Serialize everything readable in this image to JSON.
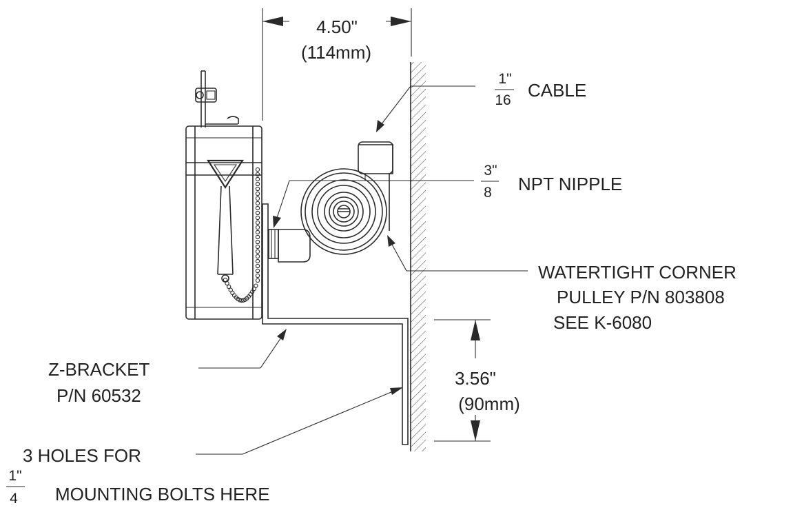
{
  "dimensions": {
    "width_top": {
      "inches": "4.50\"",
      "mm": "(114mm)"
    },
    "height_right": {
      "inches": "3.56\"",
      "mm": "(90mm)"
    }
  },
  "callouts": {
    "cable": {
      "numerator": "1\"",
      "denominator": "16",
      "text": "CABLE"
    },
    "nipple": {
      "numerator": "3\"",
      "denominator": "8",
      "text": "NPT NIPPLE"
    },
    "pulley": {
      "line1": "WATERTIGHT CORNER",
      "line2": "PULLEY P/N 803808",
      "line3": "SEE K-6080"
    },
    "zbracket": {
      "line1": "Z-BRACKET",
      "line2": "P/N 60532"
    },
    "holes": {
      "line1": "3 HOLES FOR",
      "numerator": "1\"",
      "denominator": "4",
      "line2": "MOUNTING BOLTS HERE"
    }
  }
}
